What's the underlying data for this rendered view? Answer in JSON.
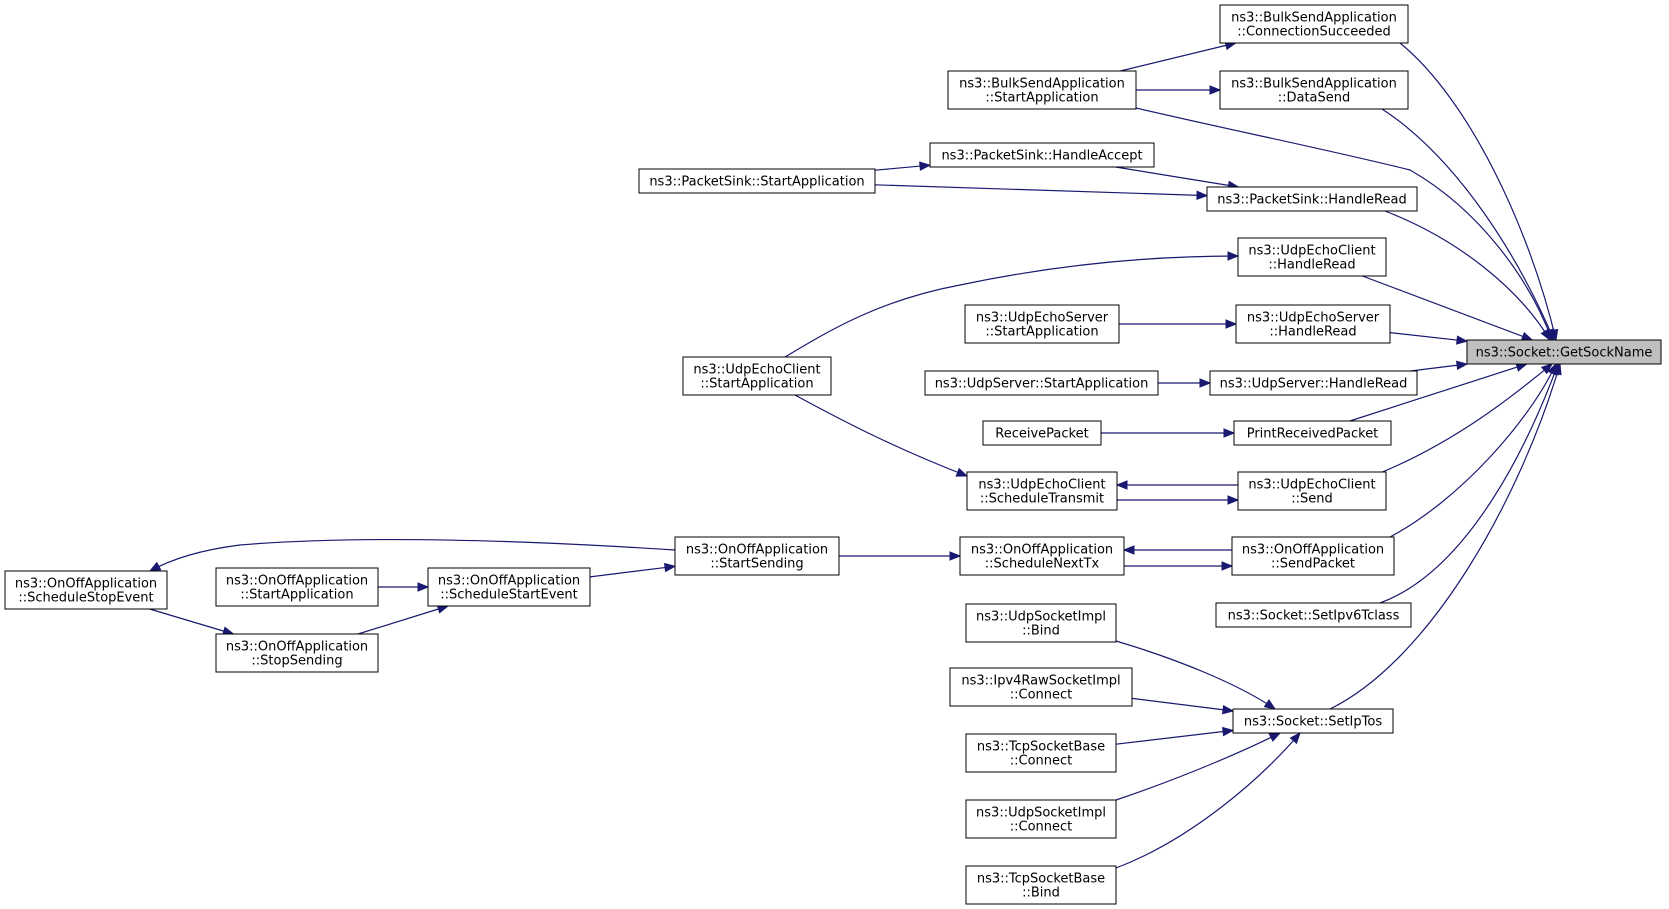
{
  "graph": {
    "nodes": [
      {
        "id": "getsockname",
        "lines": [
          "ns3::Socket::GetSockName"
        ],
        "root": true
      },
      {
        "id": "bulk_connsucc",
        "lines": [
          "ns3::BulkSendApplication",
          "::ConnectionSucceeded"
        ]
      },
      {
        "id": "bulk_start",
        "lines": [
          "ns3::BulkSendApplication",
          "::StartApplication"
        ]
      },
      {
        "id": "bulk_datasend",
        "lines": [
          "ns3::BulkSendApplication",
          "::DataSend"
        ]
      },
      {
        "id": "sink_accept",
        "lines": [
          "ns3::PacketSink::HandleAccept"
        ]
      },
      {
        "id": "sink_start",
        "lines": [
          "ns3::PacketSink::StartApplication"
        ]
      },
      {
        "id": "sink_read",
        "lines": [
          "ns3::PacketSink::HandleRead"
        ]
      },
      {
        "id": "echoc_read",
        "lines": [
          "ns3::UdpEchoClient",
          "::HandleRead"
        ]
      },
      {
        "id": "echos_start",
        "lines": [
          "ns3::UdpEchoServer",
          "::StartApplication"
        ]
      },
      {
        "id": "echos_read",
        "lines": [
          "ns3::UdpEchoServer",
          "::HandleRead"
        ]
      },
      {
        "id": "echoc_start",
        "lines": [
          "ns3::UdpEchoClient",
          "::StartApplication"
        ]
      },
      {
        "id": "udps_start",
        "lines": [
          "ns3::UdpServer::StartApplication"
        ]
      },
      {
        "id": "udps_read",
        "lines": [
          "ns3::UdpServer::HandleRead"
        ]
      },
      {
        "id": "recvpkt",
        "lines": [
          "ReceivePacket"
        ]
      },
      {
        "id": "printpkt",
        "lines": [
          "PrintReceivedPacket"
        ]
      },
      {
        "id": "echoc_sched",
        "lines": [
          "ns3::UdpEchoClient",
          "::ScheduleTransmit"
        ]
      },
      {
        "id": "echoc_send",
        "lines": [
          "ns3::UdpEchoClient",
          "::Send"
        ]
      },
      {
        "id": "onoff_stopev",
        "lines": [
          "ns3::OnOffApplication",
          "::ScheduleStopEvent"
        ]
      },
      {
        "id": "onoff_startapp",
        "lines": [
          "ns3::OnOffApplication",
          "::StartApplication"
        ]
      },
      {
        "id": "onoff_startev",
        "lines": [
          "ns3::OnOffApplication",
          "::ScheduleStartEvent"
        ]
      },
      {
        "id": "onoff_startsend",
        "lines": [
          "ns3::OnOffApplication",
          "::StartSending"
        ]
      },
      {
        "id": "onoff_nexttx",
        "lines": [
          "ns3::OnOffApplication",
          "::ScheduleNextTx"
        ]
      },
      {
        "id": "onoff_sendpkt",
        "lines": [
          "ns3::OnOffApplication",
          "::SendPacket"
        ]
      },
      {
        "id": "onoff_stopsend",
        "lines": [
          "ns3::OnOffApplication",
          "::StopSending"
        ]
      },
      {
        "id": "setipv6",
        "lines": [
          "ns3::Socket::SetIpv6Tclass"
        ]
      },
      {
        "id": "udpimpl_bind",
        "lines": [
          "ns3::UdpSocketImpl",
          "::Bind"
        ]
      },
      {
        "id": "raw_connect",
        "lines": [
          "ns3::Ipv4RawSocketImpl",
          "::Connect"
        ]
      },
      {
        "id": "setiptos",
        "lines": [
          "ns3::Socket::SetIpTos"
        ]
      },
      {
        "id": "tcp_connect",
        "lines": [
          "ns3::TcpSocketBase",
          "::Connect"
        ]
      },
      {
        "id": "udpimpl_connect",
        "lines": [
          "ns3::UdpSocketImpl",
          "::Connect"
        ]
      },
      {
        "id": "tcp_bind",
        "lines": [
          "ns3::TcpSocketBase",
          "::Bind"
        ]
      }
    ],
    "edges": [
      {
        "from": "bulk_start",
        "to": "bulk_connsucc"
      },
      {
        "from": "bulk_start",
        "to": "bulk_datasend"
      },
      {
        "from": "bulk_connsucc",
        "to": "getsockname"
      },
      {
        "from": "bulk_datasend",
        "to": "getsockname"
      },
      {
        "from": "bulk_start",
        "to": "getsockname"
      },
      {
        "from": "sink_start",
        "to": "sink_accept"
      },
      {
        "from": "sink_start",
        "to": "sink_read"
      },
      {
        "from": "sink_accept",
        "to": "sink_read"
      },
      {
        "from": "sink_read",
        "to": "getsockname"
      },
      {
        "from": "echoc_start",
        "to": "echoc_read"
      },
      {
        "from": "echoc_read",
        "to": "getsockname"
      },
      {
        "from": "echos_start",
        "to": "echos_read"
      },
      {
        "from": "echos_read",
        "to": "getsockname"
      },
      {
        "from": "udps_start",
        "to": "udps_read"
      },
      {
        "from": "udps_read",
        "to": "getsockname"
      },
      {
        "from": "recvpkt",
        "to": "printpkt"
      },
      {
        "from": "printpkt",
        "to": "getsockname"
      },
      {
        "from": "echoc_start",
        "to": "echoc_sched"
      },
      {
        "from": "echoc_sched",
        "to": "echoc_send"
      },
      {
        "from": "echoc_send",
        "to": "echoc_sched"
      },
      {
        "from": "echoc_send",
        "to": "getsockname"
      },
      {
        "from": "onoff_startsend",
        "to": "onoff_stopev"
      },
      {
        "from": "onoff_startsend",
        "to": "onoff_nexttx"
      },
      {
        "from": "onoff_nexttx",
        "to": "onoff_sendpkt"
      },
      {
        "from": "onoff_sendpkt",
        "to": "onoff_nexttx"
      },
      {
        "from": "onoff_sendpkt",
        "to": "getsockname"
      },
      {
        "from": "onoff_startapp",
        "to": "onoff_startev"
      },
      {
        "from": "onoff_startev",
        "to": "onoff_startsend"
      },
      {
        "from": "onoff_stopsend",
        "to": "onoff_startev"
      },
      {
        "from": "onoff_stopev",
        "to": "onoff_stopsend"
      },
      {
        "from": "setipv6",
        "to": "getsockname"
      },
      {
        "from": "setiptos",
        "to": "getsockname"
      },
      {
        "from": "udpimpl_bind",
        "to": "setiptos"
      },
      {
        "from": "raw_connect",
        "to": "setiptos"
      },
      {
        "from": "tcp_connect",
        "to": "setiptos"
      },
      {
        "from": "udpimpl_connect",
        "to": "setiptos"
      },
      {
        "from": "tcp_bind",
        "to": "setiptos"
      }
    ]
  }
}
